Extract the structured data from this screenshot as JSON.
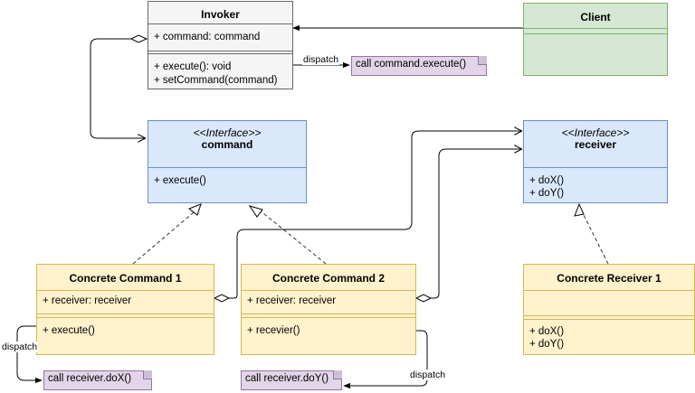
{
  "invoker": {
    "name": "Invoker",
    "attribute": "+ command: command",
    "methods": [
      "+ execute(): void",
      "+ setCommand(command)"
    ]
  },
  "client": {
    "name": "Client"
  },
  "command_iface": {
    "stereotype": "<<Interface>>",
    "name": "command",
    "methods": [
      "+ execute()"
    ]
  },
  "receiver_iface": {
    "stereotype": "<<Interface>>",
    "name": "receiver",
    "methods": [
      "+ doX()",
      "+ doY()"
    ]
  },
  "concrete_command_1": {
    "name": "Concrete Command 1",
    "attribute": "+ receiver: receiver",
    "methods": [
      "+ execute()"
    ]
  },
  "concrete_command_2": {
    "name": "Concrete Command 2",
    "attribute": "+ receiver: receiver",
    "methods": [
      "+ recevier()"
    ]
  },
  "concrete_receiver_1": {
    "name": "Concrete Receiver 1",
    "methods": [
      "+ doX()",
      "+ doY()"
    ]
  },
  "notes": {
    "invoker_note": "call command.execute()",
    "cc1_note": "call receiver.doX()",
    "cc2_note": "call receiver.doY()"
  },
  "labels": {
    "dispatch_top": "dispatch",
    "dispatch_left": "dispatch",
    "dispatch_bottom": "dispatch"
  },
  "colors": {
    "grey_fill": "#f5f5f5",
    "blue_fill": "#dae8fc",
    "green_fill": "#d5e8d4",
    "yellow_fill": "#fff2cc",
    "note_fill": "#e1d5e7"
  }
}
